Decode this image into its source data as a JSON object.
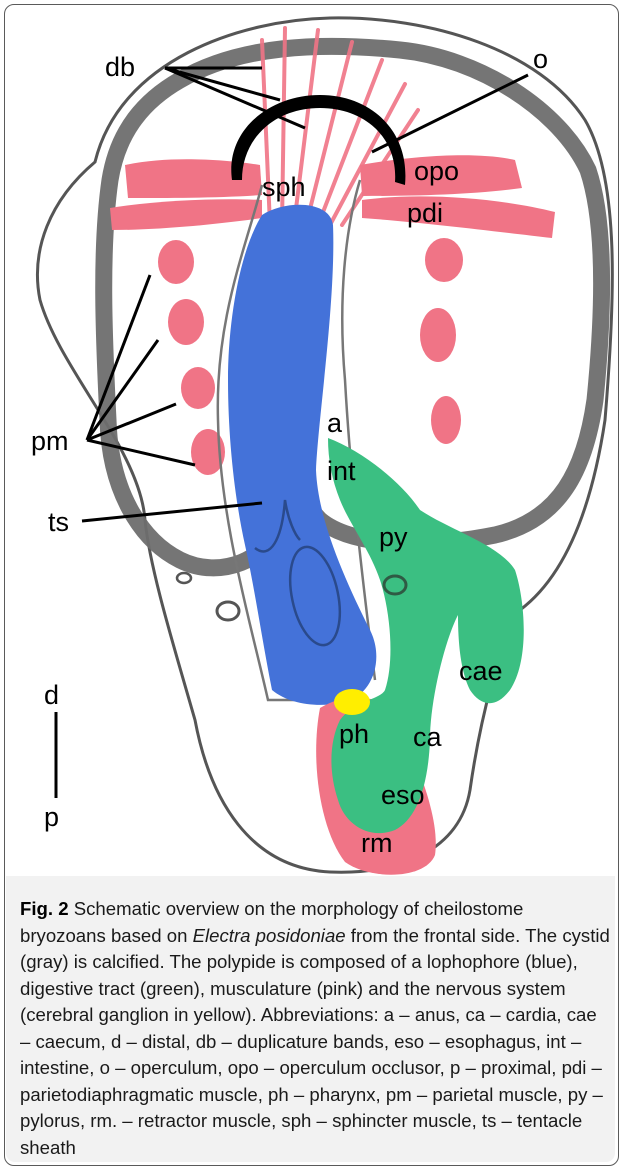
{
  "labels": {
    "db": "db",
    "o": "o",
    "sph": "sph",
    "opo": "opo",
    "pdi": "pdi",
    "pm": "pm",
    "a": "a",
    "int": "int",
    "ts": "ts",
    "py": "py",
    "cae": "cae",
    "ca": "ca",
    "ph": "ph",
    "eso": "eso",
    "rm": "rm",
    "d": "d",
    "p": "p"
  },
  "colors": {
    "cystid": "#6e6e6e",
    "lophophore": "#4472d9",
    "digestive": "#3bbf82",
    "muscle": "#f07486",
    "ganglion": "#ffee00",
    "outline": "#555555"
  },
  "caption": {
    "fig_label": "Fig. 2",
    "part1": " Schematic overview on the morphology of cheilostome bryozoans based on ",
    "species": "Electra posidoniae",
    "part2": " from the frontal side. The cystid (gray) is calcified. The polypide is composed of a lophophore (blue), digestive tract (green), musculature (pink) and the nervous system (cerebral ganglion in yellow). Abbreviations: a – anus, ca – cardia, cae – caecum, d – distal, db – duplicature bands, eso – esophagus, int – intestine, o – operculum, opo – operculum occlusor, p – proximal, pdi – parietodiaphragmatic muscle, ph – pharynx, pm – parietal muscle, py – pylorus, rm. – retractor muscle, sph – sphincter muscle, ts – tentacle sheath"
  }
}
